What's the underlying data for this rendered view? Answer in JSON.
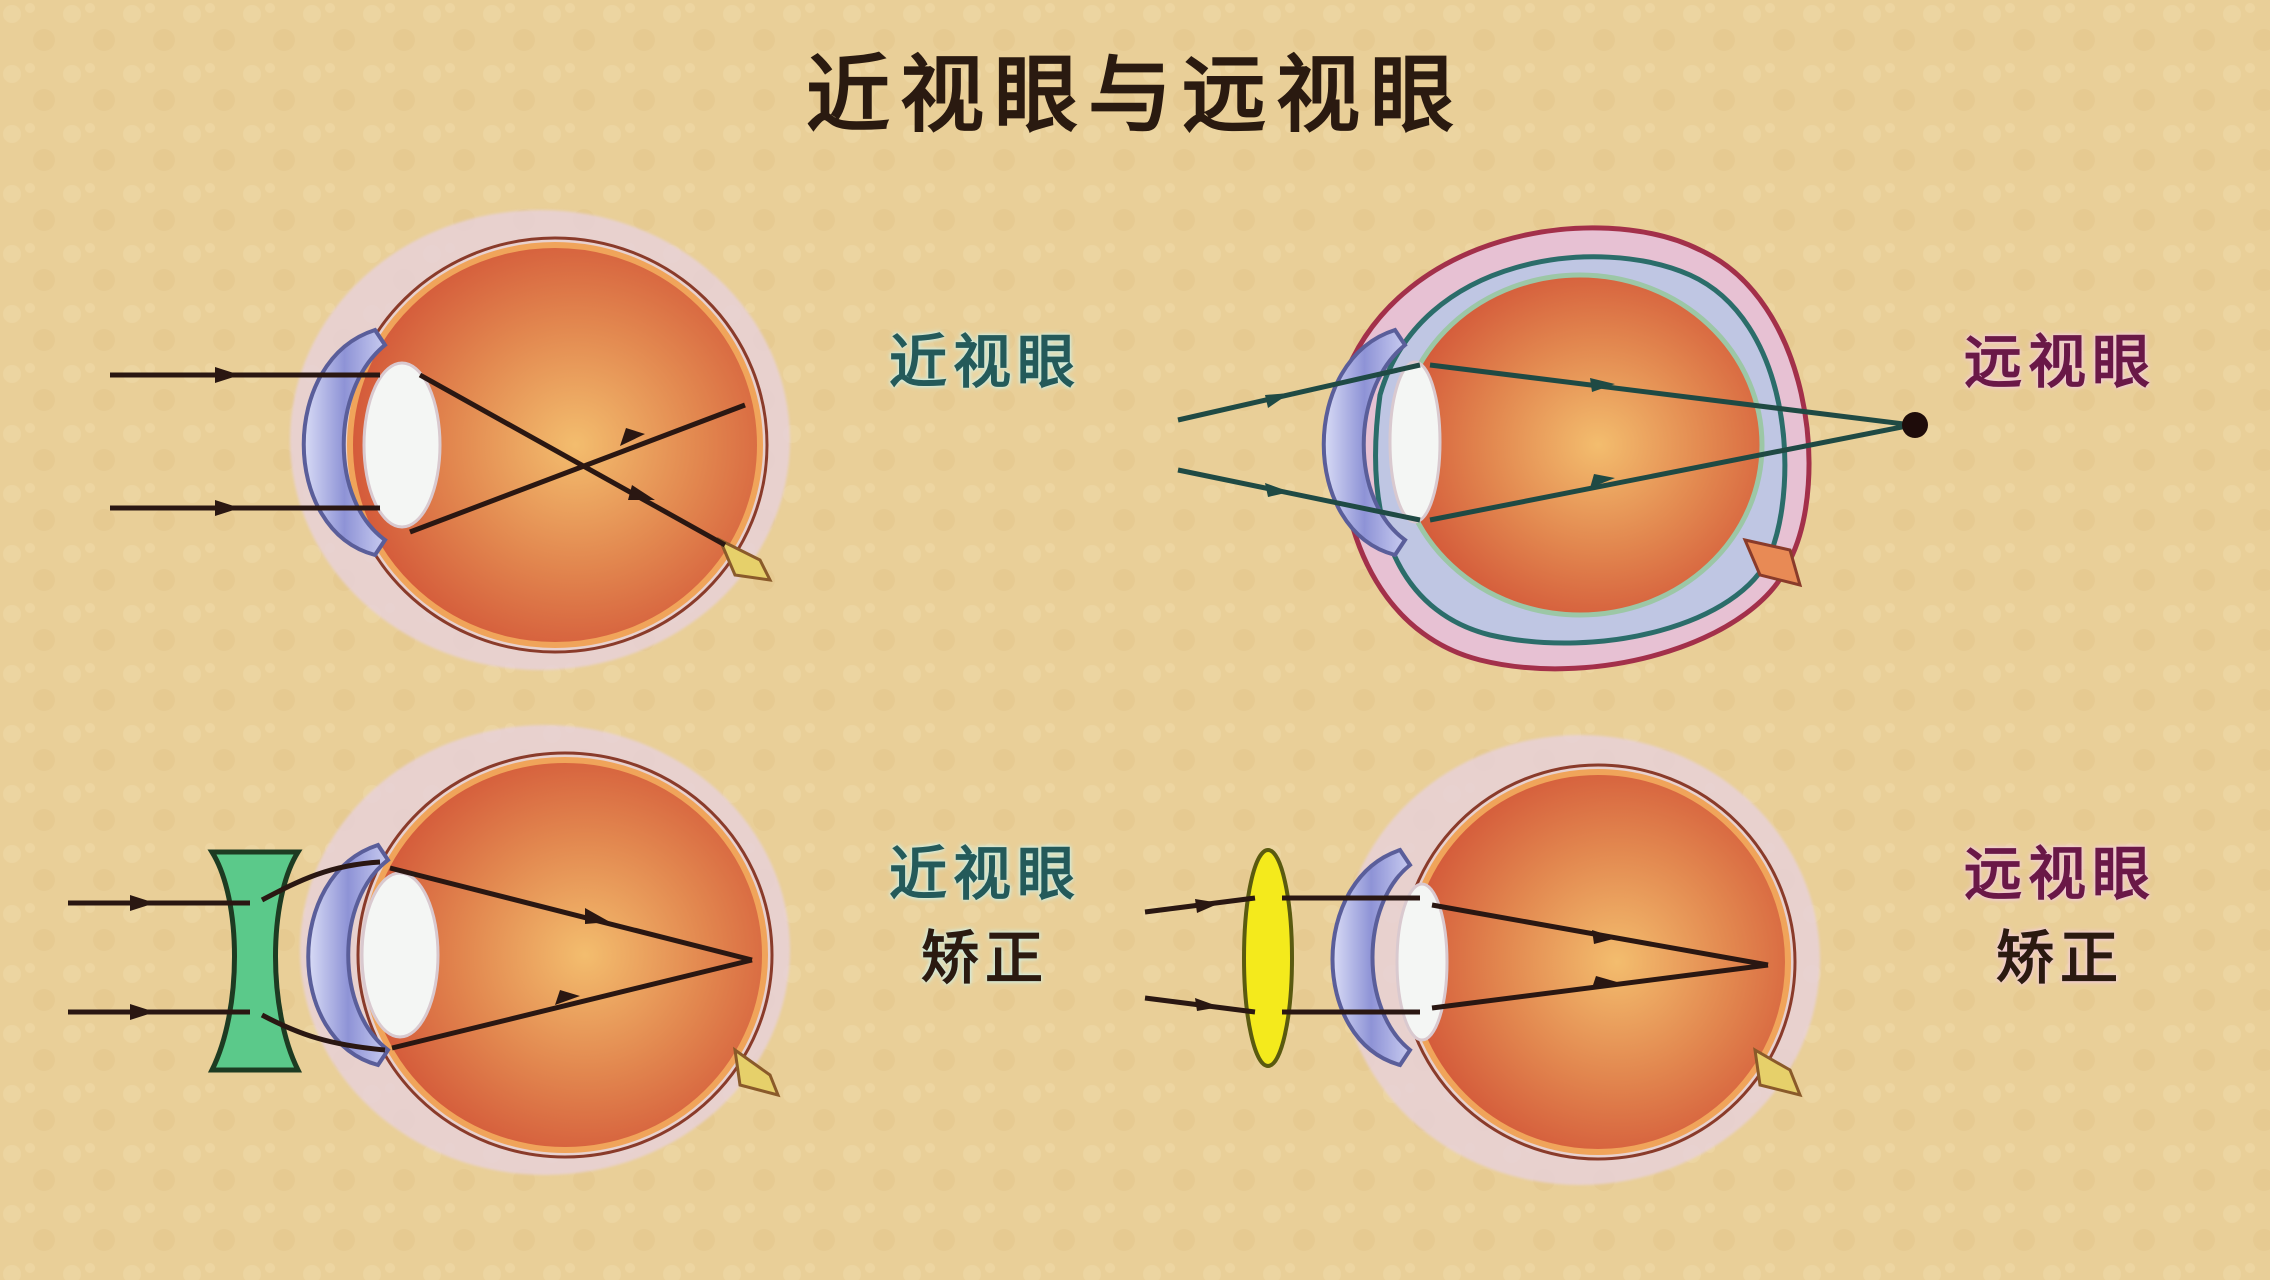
{
  "title": "近视眼与远视眼",
  "colors": {
    "background": "#e9cf98",
    "eyeball": "#d9673f",
    "eyeball_center": "#f0b66a",
    "sclera_outline": "#c9a2c6",
    "cornea": "#8f95d8",
    "lens": "#f4f6f4",
    "ray": "#2a1712",
    "ray_teal": "#1f4a44",
    "concave_lens": "#5bc98a",
    "convex_lens": "#f4ea1c",
    "myopia_label": "#245a5a",
    "hyperopia_label": "#6a1847"
  },
  "panels": [
    {
      "id": "myopia",
      "label_line1": "近视眼",
      "label_line2": "",
      "description_icon": "eye-myopia-focus-before-retina-icon"
    },
    {
      "id": "hyperopia",
      "label_line1": "远视眼",
      "label_line2": "",
      "description_icon": "eye-hyperopia-focus-behind-retina-icon"
    },
    {
      "id": "myopia-correction",
      "label_line1": "近视眼",
      "label_line2": "矫正",
      "description_icon": "concave-lens-icon"
    },
    {
      "id": "hyperopia-correction",
      "label_line1": "远视眼",
      "label_line2": "矫正",
      "description_icon": "convex-lens-icon"
    }
  ]
}
